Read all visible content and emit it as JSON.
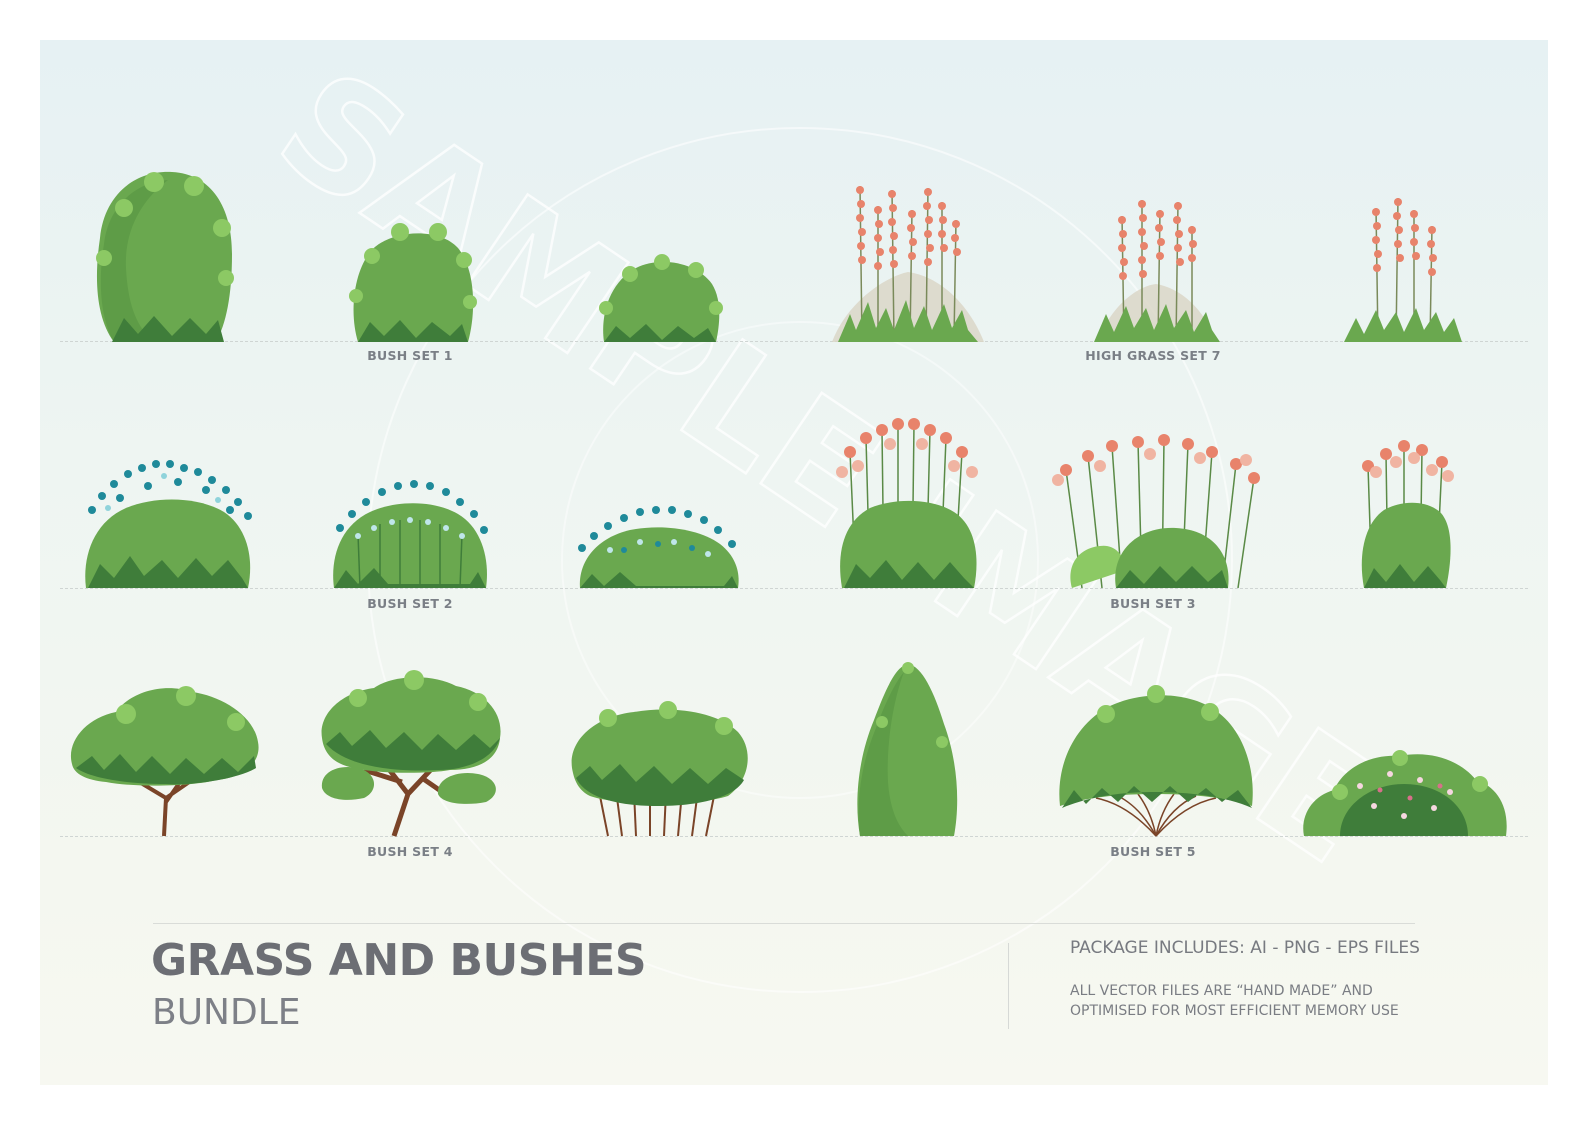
{
  "labels": {
    "row1_left": "BUSH SET 1",
    "row1_right": "HIGH GRASS SET 7",
    "row2_left": "BUSH SET 2",
    "row2_right": "BUSH SET 3",
    "row3_left": "BUSH SET 4",
    "row3_right": "BUSH SET 5"
  },
  "footer": {
    "title": "GRASS AND BUSHES",
    "subtitle": "BUNDLE",
    "package": "PACKAGE INCLUDES: AI - PNG - EPS FILES",
    "note_line1": "ALL VECTOR FILES ARE “HAND MADE” AND",
    "note_line2": "OPTIMISED FOR MOST EFFICIENT MEMORY USE"
  },
  "watermark": "SAMPLE IMAGE",
  "colors": {
    "leaf": "#6aa84f",
    "leaf_dark": "#3f7d3a",
    "leaf_light": "#8cc964",
    "bloom_coral": "#e8836b",
    "bloom_pink": "#f0b4a2",
    "bloom_teal": "#1f8a9a",
    "trunk": "#7a4428",
    "text": "#6c6e74"
  }
}
